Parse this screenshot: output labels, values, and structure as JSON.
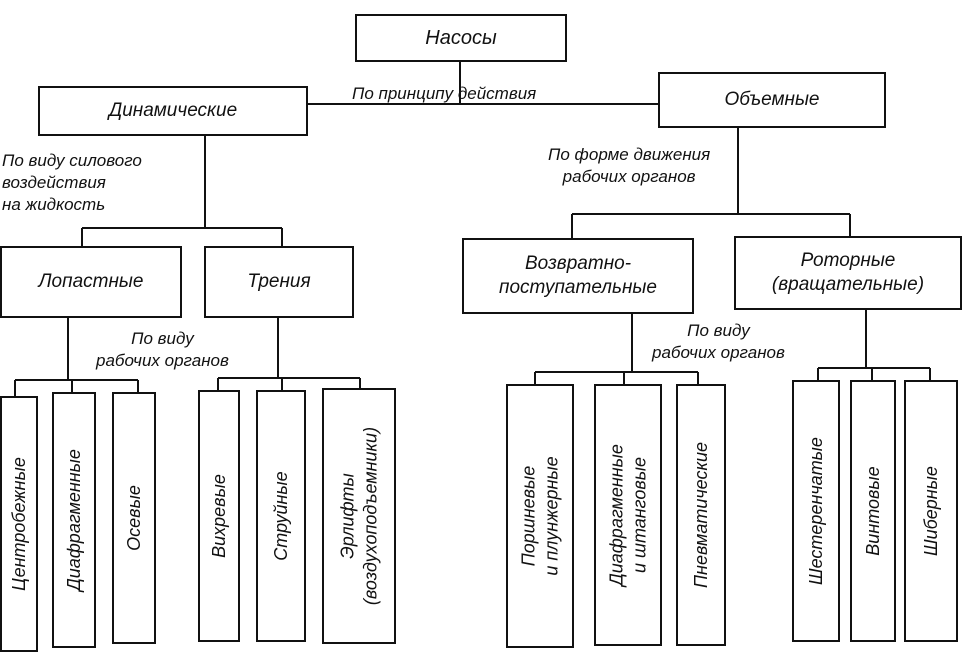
{
  "root": "Насосы",
  "principle_label": "По принципу действия",
  "dynamic": {
    "title": "Динамические",
    "criterion": [
      "По виду силового",
      "воздействия",
      "на жидкость"
    ],
    "blade": "Лопастные",
    "friction": "Трения",
    "blade_criterion": [
      "По виду",
      "рабочих органов"
    ],
    "leaves": [
      {
        "lines": [
          "Центробежные"
        ]
      },
      {
        "lines": [
          "Диафрагменные"
        ]
      },
      {
        "lines": [
          "Осевые"
        ]
      },
      {
        "lines": [
          "Вихревые"
        ]
      },
      {
        "lines": [
          "Струйные"
        ]
      },
      {
        "lines": [
          "Эрлифты",
          "(воздухоподъемники)"
        ]
      }
    ]
  },
  "volumetric": {
    "title": "Объемные",
    "criterion": [
      "По форме движения",
      "рабочих органов"
    ],
    "reciprocating": [
      "Возвратно-",
      "поступательные"
    ],
    "rotary": [
      "Роторные",
      "(вращательные)"
    ],
    "sub_criterion": [
      "По виду",
      "рабочих органов"
    ],
    "leaves": [
      {
        "lines": [
          "Поршневые",
          "и плунжерные"
        ]
      },
      {
        "lines": [
          "Диафрагменные",
          "и штанговые"
        ]
      },
      {
        "lines": [
          "Пневматические"
        ]
      },
      {
        "lines": [
          "Шестеренчатые"
        ]
      },
      {
        "lines": [
          "Винтовые"
        ]
      },
      {
        "lines": [
          "Шиберные"
        ]
      }
    ]
  }
}
